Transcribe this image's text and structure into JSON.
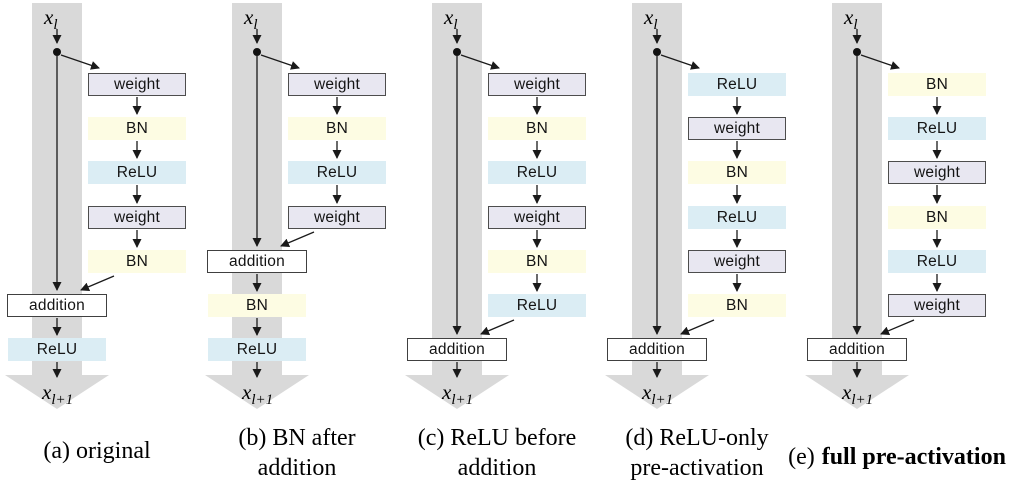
{
  "figure": {
    "colors": {
      "skip_band": "#d9d9d9",
      "weight_fill": "#e8e7f1",
      "weight_border": "#4d4d4d",
      "bn_fill": "#fdfce3",
      "relu_fill": "#dbedf4",
      "addition_fill": "#ffffff",
      "addition_border": "#404040",
      "arrow": "#1a1a1a"
    },
    "panels": [
      {
        "letter": "a",
        "caption": [
          "(a) original"
        ],
        "x_in": {
          "base": "x",
          "sub": "l"
        },
        "x_out": {
          "base": "x",
          "sub": "l+1"
        },
        "stack": [
          "weight",
          "BN",
          "ReLU",
          "weight",
          "BN"
        ],
        "addition": "addition",
        "post": [
          "ReLU"
        ]
      },
      {
        "letter": "b",
        "caption": [
          "(b) BN after",
          "addition"
        ],
        "x_in": {
          "base": "x",
          "sub": "l"
        },
        "x_out": {
          "base": "x",
          "sub": "l+1"
        },
        "stack": [
          "weight",
          "BN",
          "ReLU",
          "weight"
        ],
        "addition": "addition",
        "post": [
          "BN",
          "ReLU"
        ]
      },
      {
        "letter": "c",
        "caption": [
          "(c) ReLU before",
          "addition"
        ],
        "x_in": {
          "base": "x",
          "sub": "l"
        },
        "x_out": {
          "base": "x",
          "sub": "l+1"
        },
        "stack": [
          "weight",
          "BN",
          "ReLU",
          "weight",
          "BN",
          "ReLU"
        ],
        "addition": "addition",
        "post": []
      },
      {
        "letter": "d",
        "caption": [
          "(d) ReLU-only",
          "pre-activation"
        ],
        "x_in": {
          "base": "x",
          "sub": "l"
        },
        "x_out": {
          "base": "x",
          "sub": "l+1"
        },
        "stack": [
          "ReLU",
          "weight",
          "BN",
          "ReLU",
          "weight",
          "BN"
        ],
        "addition": "addition",
        "post": []
      },
      {
        "letter": "e",
        "caption_prefix": "(e)",
        "caption_bold": "full pre-activation",
        "x_in": {
          "base": "x",
          "sub": "l"
        },
        "x_out": {
          "base": "x",
          "sub": "l+1"
        },
        "stack": [
          "BN",
          "ReLU",
          "weight",
          "BN",
          "ReLU",
          "weight"
        ],
        "addition": "addition",
        "post": []
      }
    ]
  }
}
